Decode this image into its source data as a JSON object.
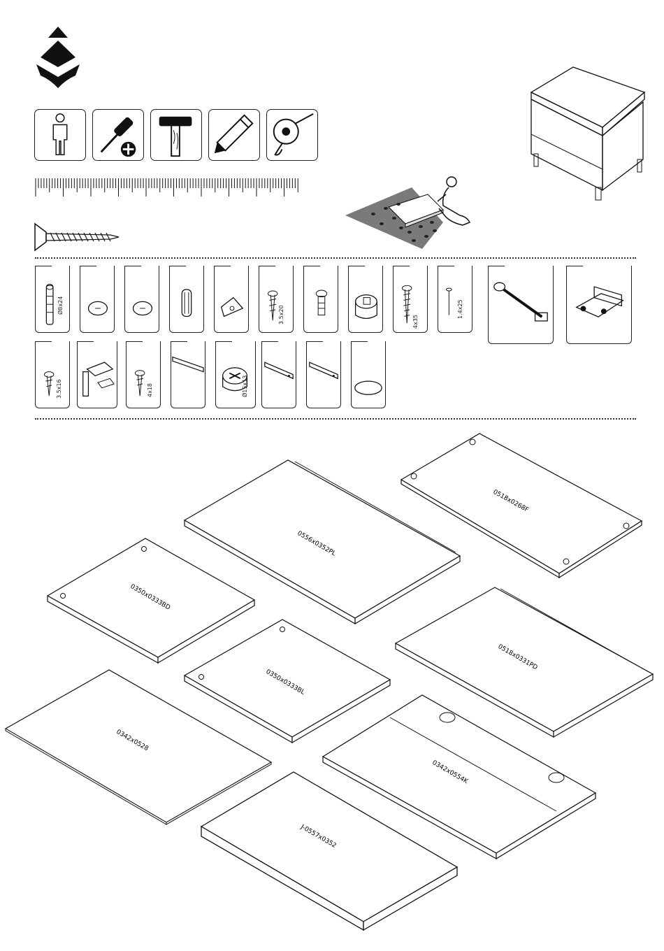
{
  "hardware": {
    "dowel": "Ø8x24",
    "screw_3520": "3.5x20",
    "screw_435": "4x35",
    "pin": "1.4x25",
    "screw_3516": "3.5x16",
    "screw_418": "4x18",
    "cam": "Ø15x13"
  },
  "panels": [
    {
      "label": "0518x0268F"
    },
    {
      "label": "0556x0352PL"
    },
    {
      "label": "0350x0333BD"
    },
    {
      "label": "0518x0331PD"
    },
    {
      "label": "0350x0333BL"
    },
    {
      "label": "0342x0528"
    },
    {
      "label": "0342x0554K"
    },
    {
      "label": "J-0557x0352"
    }
  ]
}
